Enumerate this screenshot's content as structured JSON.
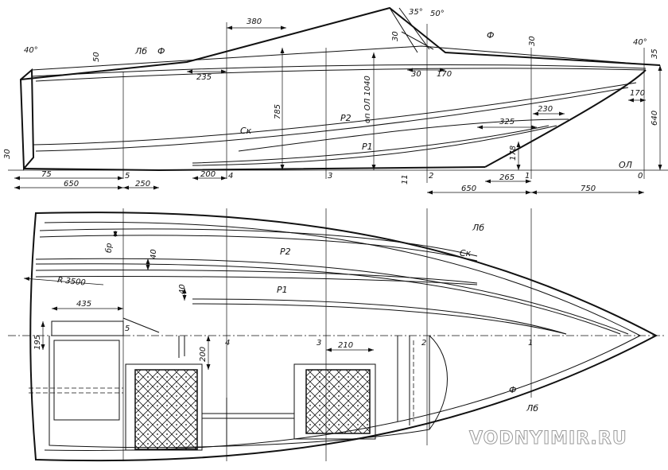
{
  "profile": {
    "dimensions": [
      "380",
      "35°",
      "50°",
      "40°",
      "50",
      "30",
      "Ф",
      "30",
      "40°",
      "35",
      "235",
      "30",
      "170",
      "785",
      "оп ОЛ 1040",
      "170",
      "640",
      "230",
      "325",
      "178",
      "30",
      "75",
      "650",
      "250",
      "200",
      "11",
      "265",
      "650",
      "750"
    ],
    "labels": {
      "lb": "Лб",
      "f": "Ф",
      "sk": "Ск",
      "r2": "Р2",
      "r1": "Р1",
      "ol": "ОЛ"
    },
    "stations": [
      "5",
      "4",
      "3",
      "2",
      "1",
      "0"
    ]
  },
  "plan": {
    "dimensions": [
      "бр",
      "40",
      "40",
      "R 3500",
      "435",
      "195",
      "200",
      "210"
    ],
    "labels": {
      "lb": "Лб",
      "r2": "Р2",
      "sk": "Ск",
      "r1": "Р1",
      "f": "Ф",
      "lb2": "Лб"
    },
    "stations": [
      "5",
      "4",
      "3",
      "2",
      "1"
    ]
  },
  "watermark": "VODNYIMIR.RU"
}
